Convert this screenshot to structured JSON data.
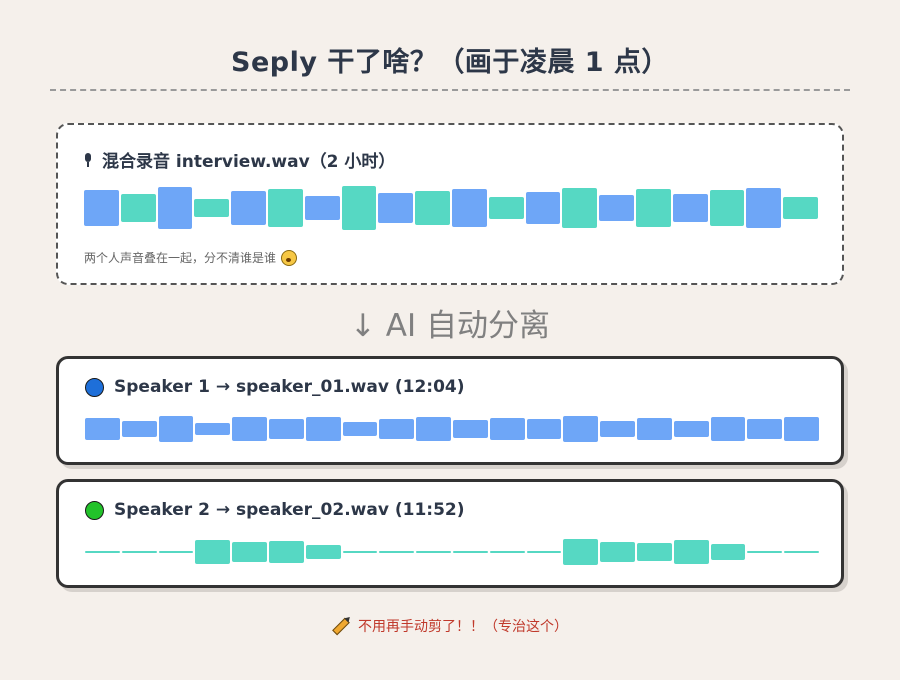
{
  "title": "Seply 干了啥？（画于凌晨 1 点）",
  "mixed": {
    "label": "混合录音 interview.wav（2 小时）",
    "caption": "两个人声音叠在一起，分不清谁是谁",
    "icon": "microphone-icon",
    "caption_icon": "surprised-face-icon"
  },
  "transition": "↓ AI 自动分离",
  "speakers": [
    {
      "label": "Speaker 1 → speaker_01.wav (12:04)",
      "dot_color": "#1e6fd9"
    },
    {
      "label": "Speaker 2 → speaker_02.wav (11:52)",
      "dot_color": "#22c22a"
    }
  ],
  "footer": "不用再手动剪了！！（专治这个）",
  "footer_icon": "pencil-icon",
  "colors": {
    "speaker1": "#6ea6f7",
    "speaker2": "#56d8c3",
    "footer": "#c0392b"
  },
  "waveforms": {
    "mixed": {
      "levels": [
        0.82,
        0.64,
        0.95,
        0.41,
        0.76,
        0.86,
        0.55,
        1.0,
        0.7,
        0.77,
        0.86,
        0.5,
        0.73,
        0.93,
        0.59,
        0.86,
        0.64,
        0.8,
        0.91,
        0.5
      ],
      "speakers": [
        1,
        2,
        1,
        2,
        1,
        2,
        1,
        2,
        1,
        2,
        1,
        2,
        1,
        2,
        1,
        2,
        1,
        2,
        1,
        2
      ]
    },
    "speaker1": [
      0.79,
      0.57,
      0.93,
      0.43,
      0.86,
      0.71,
      0.86,
      0.5,
      0.71,
      0.86,
      0.64,
      0.79,
      0.71,
      0.93,
      0.57,
      0.79,
      0.57,
      0.86,
      0.71,
      0.86
    ],
    "speaker2": [
      0,
      0,
      0,
      0.86,
      0.71,
      0.79,
      0.5,
      0,
      0,
      0,
      0,
      0,
      0,
      0.93,
      0.71,
      0.64,
      0.86,
      0.57,
      0,
      0
    ]
  }
}
